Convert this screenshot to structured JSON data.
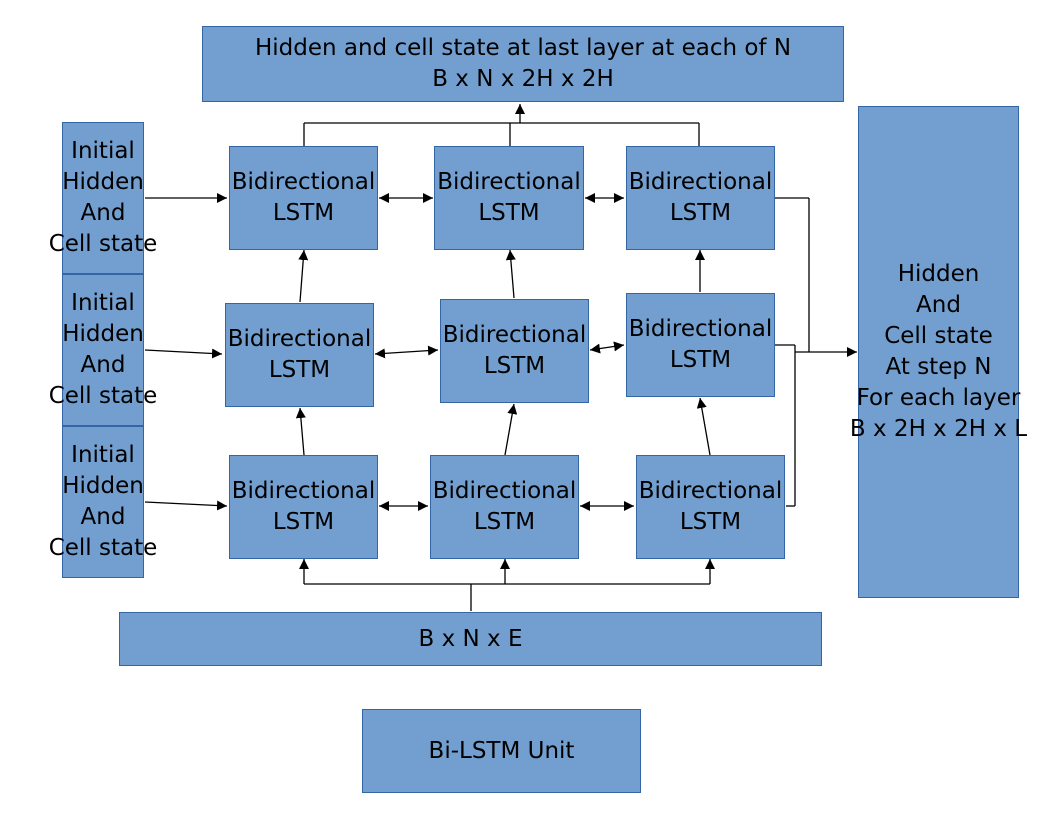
{
  "colors": {
    "box_fill": "#729fcf",
    "box_border": "#3465a4",
    "line": "#000000"
  },
  "top_output": {
    "line1": "Hidden and cell state at last layer at each of N",
    "line2": "B x N x 2H x 2H"
  },
  "initial_state_label": "Initial\nHidden\nAnd\nCell state",
  "cell_label": "Bidirectional\nLSTM",
  "final_state_label": "Hidden\nAnd\nCell state\nAt step N\nFor each layer\nB x 2H x 2H x L",
  "input_label": "B x N x E",
  "legend_label": "Bi-LSTM Unit"
}
